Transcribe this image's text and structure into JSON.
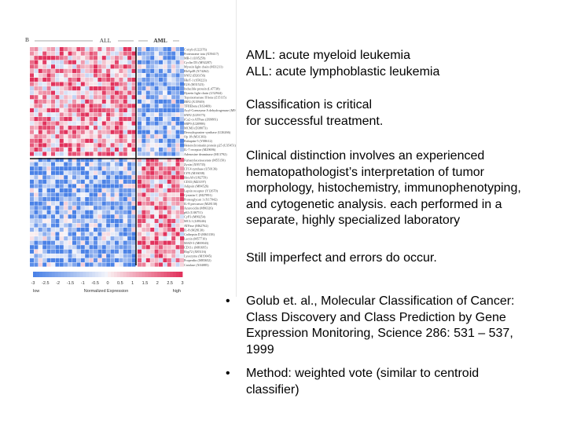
{
  "figure": {
    "group_left": "ALL",
    "group_right": "AML",
    "scale_label_left": "low",
    "scale_title": "Normalized Expression",
    "scale_label_right": "high",
    "scale_ticks": [
      "-3",
      "-2.5",
      "-2",
      "-1.5",
      "-1",
      "-0.5",
      "0",
      "0.5",
      "1",
      "1.5",
      "2",
      "2.5",
      "3"
    ],
    "genes_top": [
      "C-myb (U22376)",
      "Proteasome iota (X59417)",
      "MB-1 (U05259)",
      "Cyclin D3 (M92287)",
      "Myosin light chain (M31211)",
      "RbAp48 (X74262)",
      "SNF2 (D26156)",
      "HkrT-1 (S50223)",
      "E2A (M31523)",
      "Inducible protein (L47738)",
      "Dynein light chain (U32944)",
      "Topoisomerase II beta (Z15115)",
      "IRF2 (X15949)",
      "TFIIEbeta (X63469)",
      "Acyl-Coenzyme A dehydrogenase (M91432)",
      "SNF2 (U29175)",
      "(Ca2+)-ATPase (Z69881)",
      "SRP9 (U20998)",
      "MCM3 (D38073)",
      "Deoxyhypusine synthase (U26266)",
      "Op 18 (M31303)",
      "Rabaptin-5 (Y08612)",
      "Heterochromatin protein p25 (U35451)",
      "IL-7 receptor (M29696)",
      "Adenosine deaminase (M13792)"
    ],
    "genes_bottom": [
      "Fumarylacetoacetate (M55150)",
      "Zyxin (X95735)",
      "LTC4 synthase (U50136)",
      "LYN (M16038)",
      "HoxA9 (U82759)",
      "CD33 (M23197)",
      "Adipsin (M84526)",
      "Leptin receptor (Y12670)",
      "Cystatin C (M27891)",
      "Proteoglycan 1 (X17042)",
      "IL-8 precursor (M28130)",
      "Azurocidin (M96326)",
      "p62 (U46751)",
      "CyP3 (M80254)",
      "MCL1 (L08246)",
      "ATPase (M62762)",
      "IL-8 (M28130)",
      "Cathepsin D (M63138)",
      "Lectin (M57710)",
      "MAD-3 (M69043)",
      "CD11c (M81695)",
      "Ebp72 (X85116)",
      "Lysozyme (M19045)",
      "Properdin (M83652)",
      "Catalase (X04085)"
    ]
  },
  "text": {
    "defs_line1": "AML: acute myeloid leukemia",
    "defs_line2": "ALL: acute lymphoblastic leukemia",
    "critical_line1": "Classification is critical",
    "critical_line2": "for successful treatment.",
    "clinical_line1": "Clinical distinction involves an experienced",
    "clinical_line2": "hematopathologist’s interpretation of tumor",
    "clinical_line3": "morphology, histochemistry, immunophenotyping,",
    "clinical_line4": "and cytogenetic analysis. each performed in a",
    "clinical_line5": "separate, highly specialized laboratory",
    "imperfect": "Still imperfect and errors do occur."
  },
  "bullets": [
    {
      "marker": "•",
      "lines": [
        "Golub et. al., Molecular Classification of Cancer:",
        "Class Discovery and Class Prediction by Gene",
        "Expression Monitoring, Science 286: 531 – 537,",
        "1999"
      ]
    },
    {
      "marker": "•",
      "lines": [
        "Method: weighted vote (similar to centroid",
        "classifier)"
      ]
    }
  ]
}
